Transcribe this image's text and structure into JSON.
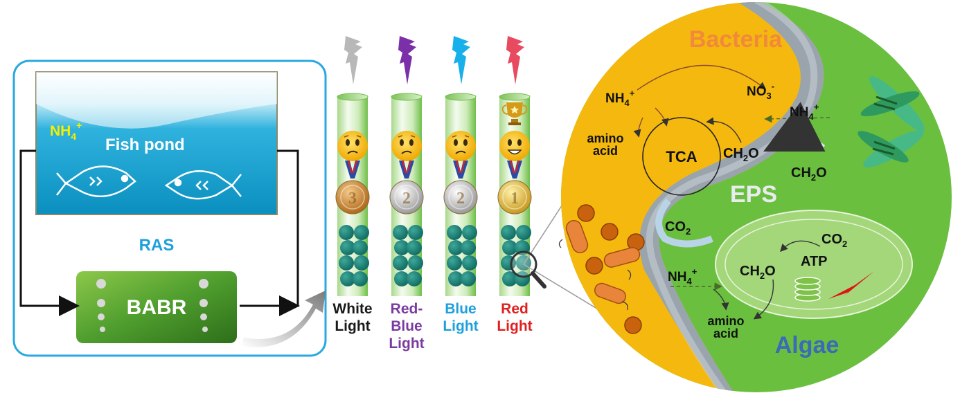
{
  "ras_panel": {
    "pond_label": "Fish pond",
    "nh4_label": "NH",
    "nh4_sub": "4",
    "nh4_sup": "+",
    "ras_label": "RAS",
    "reactor_label": "BABR"
  },
  "columns": [
    {
      "line1": "White",
      "line2": "Light",
      "line3": "",
      "color": "#1a1a1a",
      "bolt_color": "#b8b8b8",
      "medal": "bronze",
      "medal_number": "3",
      "trophy": false
    },
    {
      "line1": "Red-",
      "line2": "Blue",
      "line3": "Light",
      "color": "#7a3aa0",
      "bolt_color": "#7b2fa8",
      "medal": "silver",
      "medal_number": "2",
      "trophy": false
    },
    {
      "line1": "Blue",
      "line2": "Light",
      "line3": "",
      "color": "#1ea0dc",
      "bolt_color": "#18b0ea",
      "medal": "silver",
      "medal_number": "2",
      "trophy": false
    },
    {
      "line1": "Red",
      "line2": "Light",
      "line3": "",
      "color": "#e01f1f",
      "bolt_color": "#e84a5f",
      "medal": "gold",
      "medal_number": "1",
      "trophy": true
    }
  ],
  "circle": {
    "bacteria_title": "Bacteria",
    "algae_title": "Algae",
    "eps_label": "EPS",
    "bac_nh4": {
      "base": "NH",
      "sub": "4",
      "sup": "+"
    },
    "bac_no3": {
      "base": "NO",
      "sub": "3",
      "sup": "-"
    },
    "bac_nh4_in": {
      "base": "NH",
      "sub": "4",
      "sup": "+"
    },
    "amino_bac_1": "amino",
    "amino_bac_2": "acid",
    "tca": "TCA",
    "ch2o_bac": {
      "a": "CH",
      "sub": "2",
      "b": "O"
    },
    "ch2o_mid": {
      "a": "CH",
      "sub": "2",
      "b": "O"
    },
    "co2_mid": {
      "a": "CO",
      "sub": "2"
    },
    "alg_nh4": {
      "base": "NH",
      "sub": "4",
      "sup": "+"
    },
    "alg_co2": {
      "a": "CO",
      "sub": "2"
    },
    "atp": "ATP",
    "ch2o_alg": {
      "a": "CH",
      "sub": "2",
      "b": "O"
    },
    "amino_alg_1": "amino",
    "amino_alg_2": "acid"
  },
  "colors": {
    "bacteria_bg": "#f5b80e",
    "algae_bg": "#6abf3f",
    "bacteria_title": "#f08a3a",
    "algae_title": "#3a6ab8",
    "ras_border": "#2aa8e0",
    "ras_text": "#1ea0dc",
    "nh4_pond": "#f5f000"
  }
}
